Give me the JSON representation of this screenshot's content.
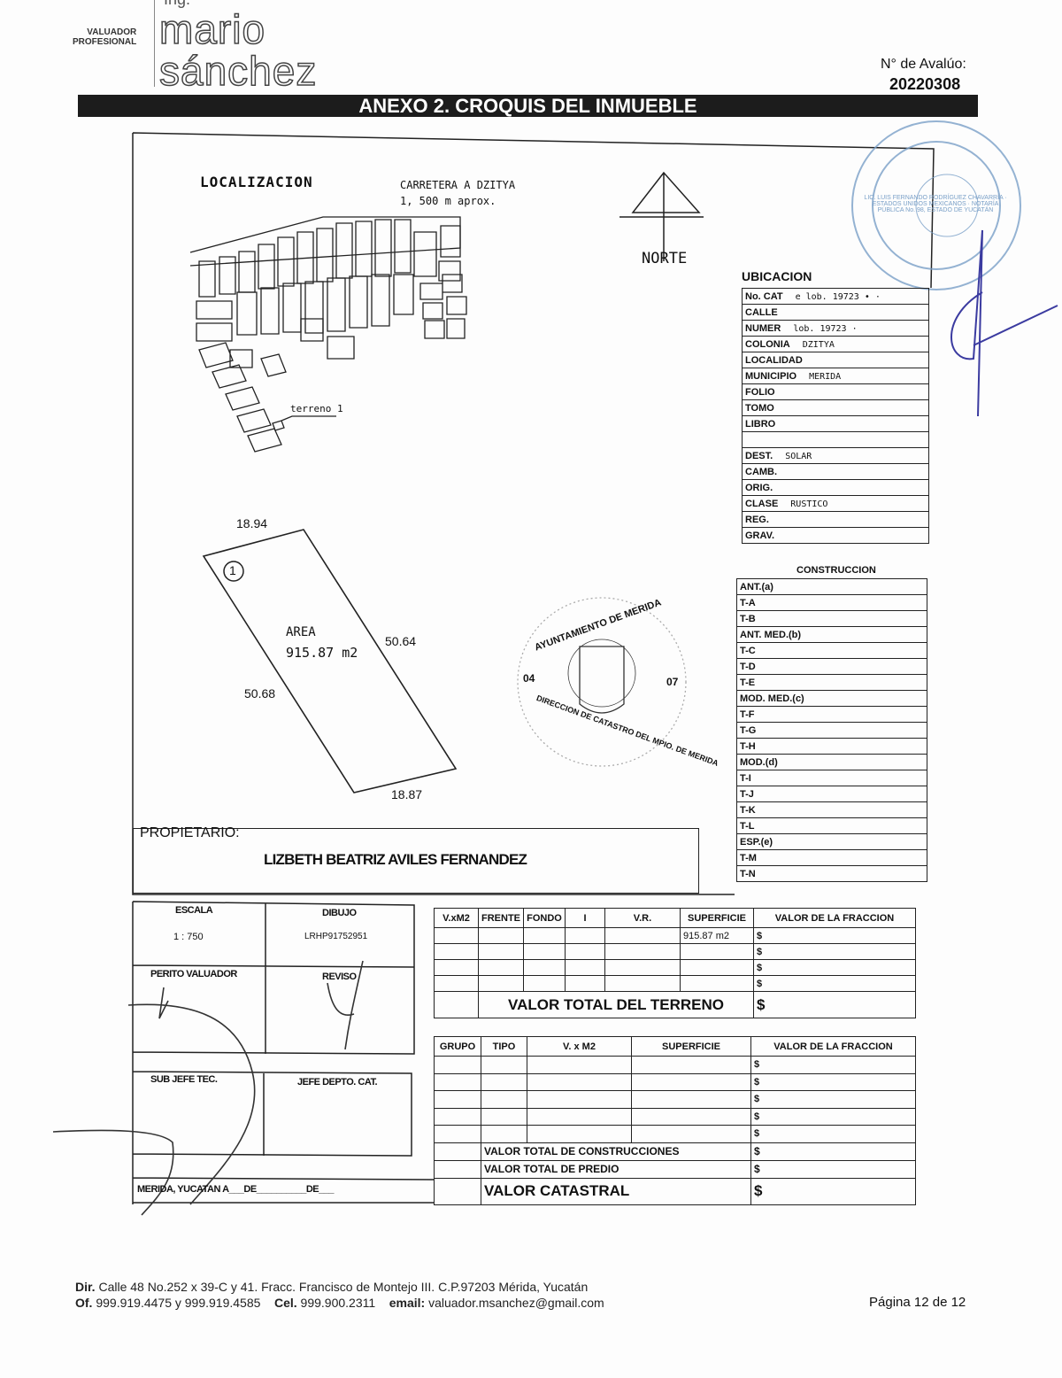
{
  "header": {
    "logo_prefix": "Ing.",
    "logo_name_1": "mario",
    "logo_name_2": "sánchez",
    "tagline_1": "VALUADOR",
    "tagline_2": "PROFESIONAL",
    "avaluo_label": "N° de Avalúo:",
    "avaluo_number": "20220308",
    "banner": "ANEXO 2. CROQUIS DEL INMUEBLE"
  },
  "map": {
    "localizacion": "LOCALIZACION",
    "road_1": "CARRETERA  A  DZITYA",
    "road_2": "1, 500 m  aprox.",
    "north": "NORTE",
    "terreno": "terreno  1"
  },
  "parcel": {
    "number": "1",
    "top": "18.94",
    "right": "50.64",
    "left": "50.68",
    "bottom": "18.87",
    "area_label": "AREA",
    "area_value": "915.87  m2"
  },
  "stamps": {
    "notary": "LIC. LUIS FERNANDO RODRÍGUEZ CHAVARRÍA · ESTADOS UNIDOS MEXICANOS · NOTARÍA PÚBLICA No. 98, ESTADO DE YUCATÁN",
    "ayuntamiento_top": "AYUNTAMIENTO DE MERIDA",
    "ayuntamiento_bottom": "DIRECCION DE CATASTRO DEL MPIO. DE MERIDA",
    "ayuntamiento_left": "04",
    "ayuntamiento_right": "07"
  },
  "ubicacion": {
    "title": "UBICACION",
    "rows": [
      {
        "label": "No. CAT",
        "value": "e  lob.  19723  •  ·"
      },
      {
        "label": "CALLE",
        "value": ""
      },
      {
        "label": "NUMER",
        "value": "lob.  19723  ·"
      },
      {
        "label": "COLONIA",
        "value": "DZITYA"
      },
      {
        "label": "LOCALIDAD",
        "value": ""
      },
      {
        "label": "MUNICIPIO",
        "value": "MERIDA"
      },
      {
        "label": "FOLIO",
        "value": ""
      },
      {
        "label": "TOMO",
        "value": ""
      },
      {
        "label": "LIBRO",
        "value": ""
      },
      {
        "label": "",
        "value": ""
      },
      {
        "label": "DEST.",
        "value": "SOLAR"
      },
      {
        "label": "CAMB.",
        "value": ""
      },
      {
        "label": "ORIG.",
        "value": ""
      },
      {
        "label": "CLASE",
        "value": "RUSTICO"
      },
      {
        "label": "REG.",
        "value": ""
      },
      {
        "label": "GRAV.",
        "value": ""
      }
    ],
    "construccion_title": "CONSTRUCCION",
    "construccion_rows": [
      "ANT.(a)",
      "T-A",
      "T-B",
      "ANT. MED.(b)",
      "T-C",
      "T-D",
      "T-E",
      "MOD. MED.(c)",
      "T-F",
      "T-G",
      "T-H",
      "MOD.(d)",
      "T-I",
      "T-J",
      "T-K",
      "T-L",
      "ESP.(e)",
      "T-M",
      "T-N"
    ]
  },
  "owner": {
    "label": "PROPIETARIO:",
    "name": "LIZBETH BEATRIZ AVILES FERNANDEZ"
  },
  "signatures": {
    "escala_label": "ESCALA",
    "escala_value": "1  :  750",
    "dibujo_label": "DIBUJO",
    "dibujo_value": "LRHP91752951",
    "perito_label": "PERITO VALUADOR",
    "reviso_label": "REVISO",
    "subjefe_label": "SUB JEFE TEC.",
    "jefe_label": "JEFE DEPTO. CAT.",
    "lugar_fecha": "MERIDA, YUCATAN A___DE__________DE___"
  },
  "terreno_table": {
    "headers": [
      "V.xM2",
      "FRENTE",
      "FONDO",
      "I",
      "V.R.",
      "SUPERFICIE",
      "VALOR DE LA FRACCION"
    ],
    "superficie": "915.87  m2",
    "currency": "$",
    "total_label": "VALOR TOTAL DEL TERRENO"
  },
  "construccion_table": {
    "headers": [
      "GRUPO",
      "TIPO",
      "V. x M2",
      "SUPERFICIE",
      "VALOR DE LA FRACCION"
    ],
    "currency": "$",
    "total_construcciones": "VALOR TOTAL DE CONSTRUCCIONES",
    "total_predio": "VALOR TOTAL DE PREDIO",
    "valor_catastral": "VALOR CATASTRAL"
  },
  "footer": {
    "dir_label": "Dir.",
    "dir": "Calle 48 No.252 x 39-C y 41. Fracc. Francisco de Montejo III. C.P.97203 Mérida, Yucatán",
    "of_label": "Of.",
    "of": "999.919.4475 y 999.919.4585",
    "cel_label": "Cel.",
    "cel": "999.900.2311",
    "email_label": "email:",
    "email": "valuador.msanchez@gmail.com",
    "page": "Página 12 de 12"
  }
}
